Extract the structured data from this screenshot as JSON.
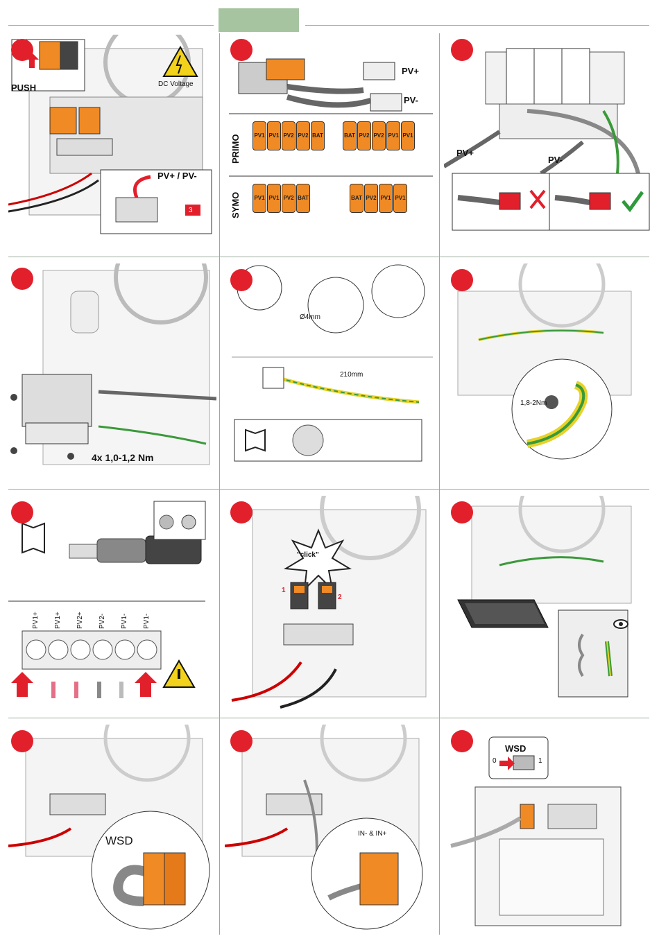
{
  "labels": {
    "push": "PUSH",
    "dc_voltage": "DC Voltage",
    "pv_plus_minus": "PV+ / PV-",
    "pv_plus": "PV+",
    "pv_minus": "PV-",
    "primo": "PRIMO",
    "symo": "SYMO",
    "pv1": "PV1",
    "pv2": "PV2",
    "bat": "BAT",
    "torque_4x": "4x 1,0-1,2 Nm",
    "dia_4mm": "Ø4mm",
    "len_210": "210mm",
    "torque_18": "1,8-2Nm",
    "click": "\"click\"",
    "wsd": "WSD",
    "in_minus_plus": "IN- & IN+",
    "wsd_zero": "0",
    "wsd_one": "1",
    "step_1": "1",
    "step_2": "2",
    "step_3": "3"
  },
  "terminal_labels": [
    "PV1+",
    "PV1+",
    "PV2+",
    "PV2-",
    "PV1-",
    "PV1-"
  ],
  "colors": {
    "accent": "#e2202c",
    "tab": "#a7c4a1",
    "connector": "#f08a24",
    "cable_green": "#3a9a3a",
    "cable_yellow": "#e8d22a"
  }
}
